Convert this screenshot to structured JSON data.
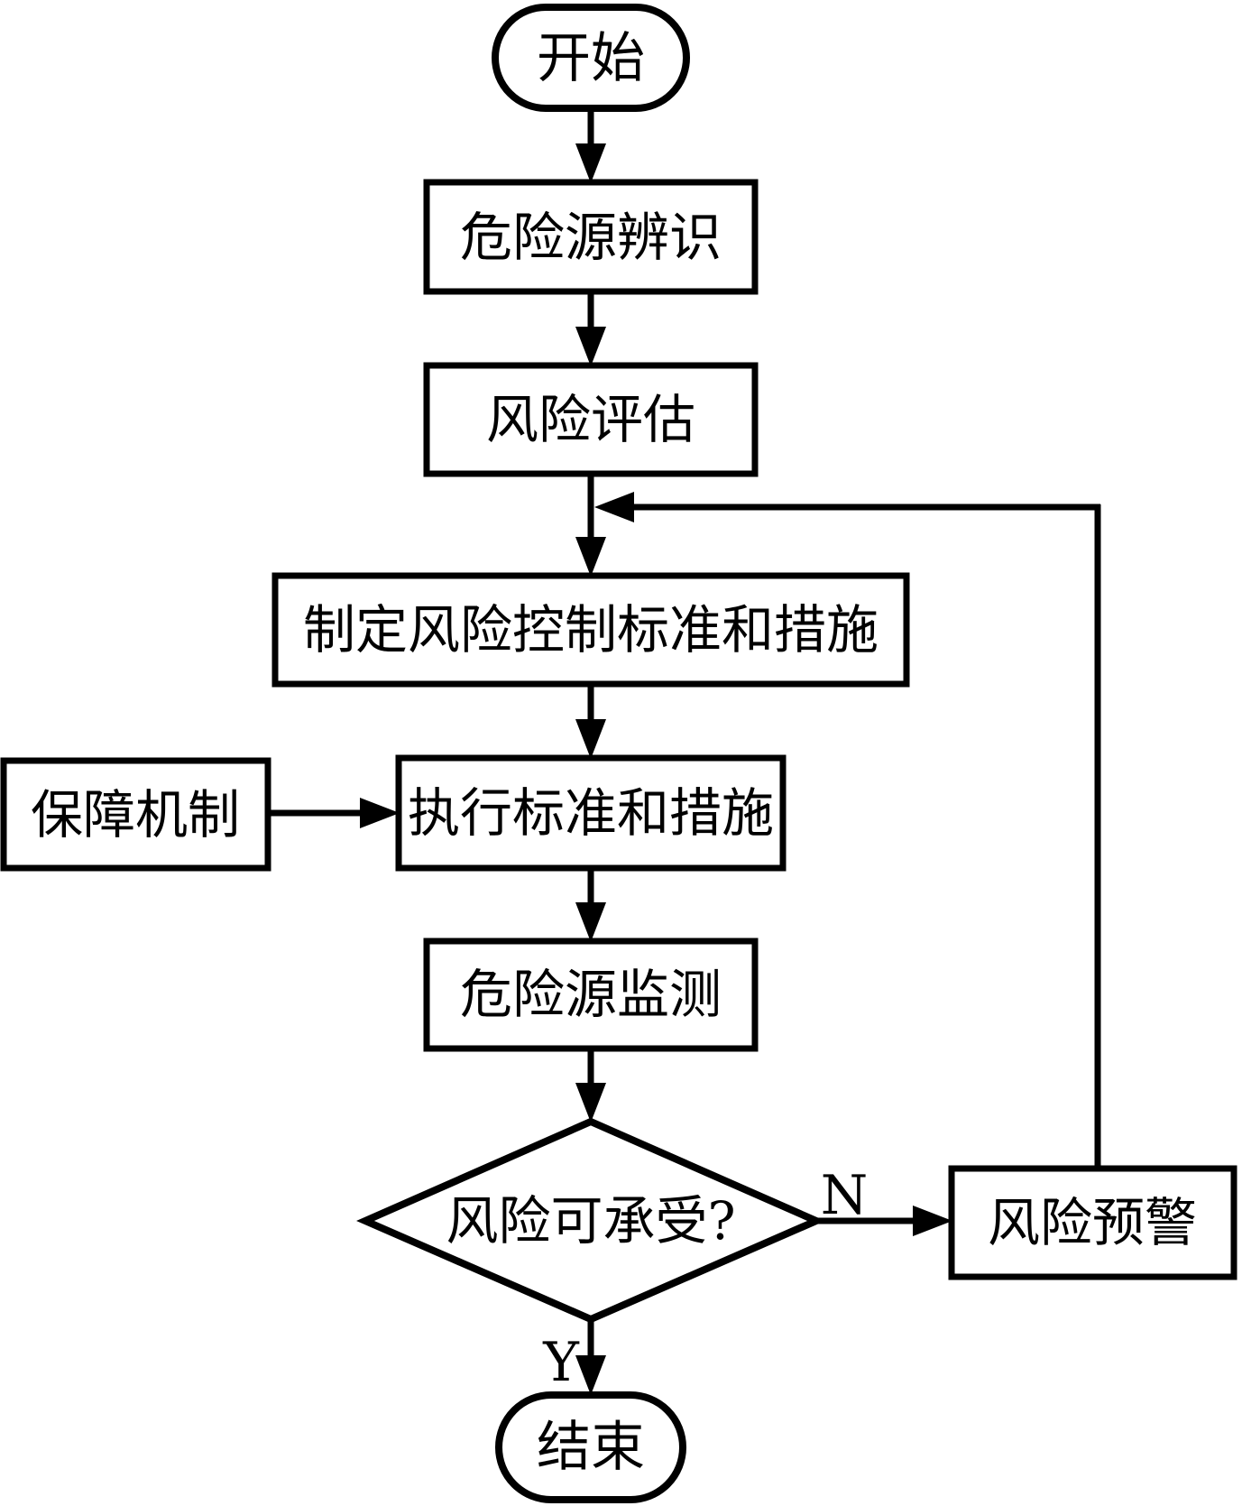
{
  "diagram": {
    "type": "flowchart",
    "background_color": "#ffffff",
    "ink_color": "#000000",
    "nodes": {
      "start": {
        "label": "开始",
        "shape": "terminator"
      },
      "hazard_identification": {
        "label": "危险源辨识",
        "shape": "process"
      },
      "risk_assessment": {
        "label": "风险评估",
        "shape": "process"
      },
      "set_control_standards": {
        "label": "制定风险控制标准和措施",
        "shape": "process"
      },
      "execute_standards": {
        "label": "执行标准和措施",
        "shape": "process"
      },
      "safeguard_mechanism": {
        "label": "保障机制",
        "shape": "process"
      },
      "hazard_monitoring": {
        "label": "危险源监测",
        "shape": "process"
      },
      "risk_acceptable": {
        "label": "风险可承受?",
        "shape": "decision"
      },
      "risk_warning": {
        "label": "风险预警",
        "shape": "process"
      },
      "end": {
        "label": "结束",
        "shape": "terminator"
      }
    },
    "edge_labels": {
      "no": "N",
      "yes": "Y"
    },
    "edges": [
      {
        "from": "start",
        "to": "hazard_identification"
      },
      {
        "from": "hazard_identification",
        "to": "risk_assessment"
      },
      {
        "from": "risk_assessment",
        "to": "set_control_standards"
      },
      {
        "from": "set_control_standards",
        "to": "execute_standards"
      },
      {
        "from": "safeguard_mechanism",
        "to": "execute_standards"
      },
      {
        "from": "execute_standards",
        "to": "hazard_monitoring"
      },
      {
        "from": "hazard_monitoring",
        "to": "risk_acceptable"
      },
      {
        "from": "risk_acceptable",
        "to": "risk_warning",
        "label": "N"
      },
      {
        "from": "risk_warning",
        "to": "risk_assessment"
      },
      {
        "from": "risk_acceptable",
        "to": "end",
        "label": "Y"
      }
    ]
  }
}
